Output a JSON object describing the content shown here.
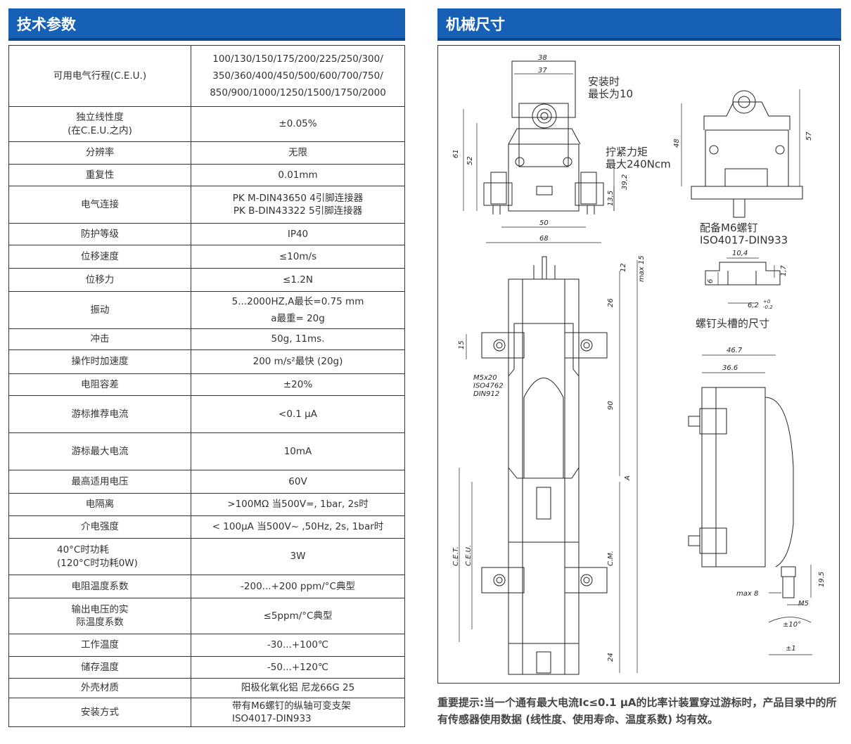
{
  "left_header": "技术参数",
  "right_header": "机械尺寸",
  "specs": [
    {
      "key": "可用电气行程(C.E.U.)",
      "value": "100/130/150/175/200/225/250/300/\n350/360/400/450/500/600/700/750/\n850/900/1000/1250/1500/1750/2000"
    },
    {
      "key": "独立线性度\n(在C.E.U.之内)",
      "value": "±0.05%"
    },
    {
      "key": "分辨率",
      "value": "无限"
    },
    {
      "key": "重复性",
      "value": "0.01mm"
    },
    {
      "key": "电气连接",
      "value": "PK M-DIN43650 4引脚连接器\nPK B-DIN43322 5引脚连接器"
    },
    {
      "key": "防护等级",
      "value": "IP40"
    },
    {
      "key": "位移速度",
      "value": "≤10m/s"
    },
    {
      "key": "位移力",
      "value": "≤1.2N"
    },
    {
      "key": "振动",
      "value": "5...2000HZ,A最长=0.75 mm\na最重= 20g"
    },
    {
      "key": "冲击",
      "value": "50g, 11ms."
    },
    {
      "key": "操作时加速度",
      "value": "200 m/s²最快 (20g)"
    },
    {
      "key": "电阻容差",
      "value": "±20%"
    },
    {
      "key": "游标推荐电流",
      "value": "<0.1 µA"
    },
    {
      "key": "游标最大电流",
      "value": "10mA"
    },
    {
      "key": "最高适用电压",
      "value": "60V"
    },
    {
      "key": "电隔离",
      "value": ">100MΩ 当500V=, 1bar, 2s时"
    },
    {
      "key": "介电强度",
      "value": "< 100µA  当500V~ ,50Hz, 2s, 1bar时"
    },
    {
      "key": "40°C时功耗\n(120°C时功耗0W)",
      "value": "3W"
    },
    {
      "key": "电阻温度系数",
      "value": "-200...+200 ppm/°C典型"
    },
    {
      "key": "输出电压的实\n际温度系数",
      "value": "≤5ppm/°C典型"
    },
    {
      "key": "工作温度",
      "value": "-30...+100℃"
    },
    {
      "key": "储存温度",
      "value": "-50...+120℃"
    },
    {
      "key": "外壳材质",
      "value": "阳极化氧化铝 尼龙66G 25"
    },
    {
      "key": "安装方式",
      "value": "带有M6螺钉的纵轴可变支架\nISO4017-DIN933"
    }
  ],
  "drawing": {
    "dims_top": {
      "w38": "38",
      "w37": "37",
      "h61": "61",
      "h52": "52",
      "h39_2": "39,2",
      "h13_5": "13,5",
      "w50": "50",
      "w68": "68"
    },
    "note_install": "安装时\n最长为10",
    "note_torque": "拧紧力矩\n最大240Ncm",
    "dims_side": {
      "h48": "48",
      "h57": "57"
    },
    "screw_caption": "配备M6螺钉\nISO4017-DIN933",
    "slot_dims": {
      "w10_4": "10,4",
      "h6": "6",
      "h1_7": "1,7",
      "w6_2": "6,2"
    },
    "slot_tol": "+0\n-0.2",
    "slot_caption": "螺钉头槽的尺寸",
    "dims_body": {
      "d12": "12",
      "max15": "max 15",
      "d26": "26",
      "d15": "15",
      "d90": "90",
      "dA": "A",
      "d24": "24"
    },
    "bolt_note": "M5x20\nISO4762\nDIN912",
    "axis_labels": {
      "cet": "C.E.T.",
      "ceu": "C.E.U.",
      "cm": "C.M."
    },
    "dims_right": {
      "d46_7": "46.7",
      "d36_6": "36.6",
      "d19_5": "19.5",
      "max8": "max  8",
      "m5": "M5",
      "rot10": "±10°",
      "lin1": "±1"
    }
  },
  "notice": "重要提示:当一个通有最大电流Ic≤0.1 µA的比率计装置穿过游标时，产品目录中的所有传感器使用数据 (线性度、使用寿命、温度系数) 均有效。"
}
